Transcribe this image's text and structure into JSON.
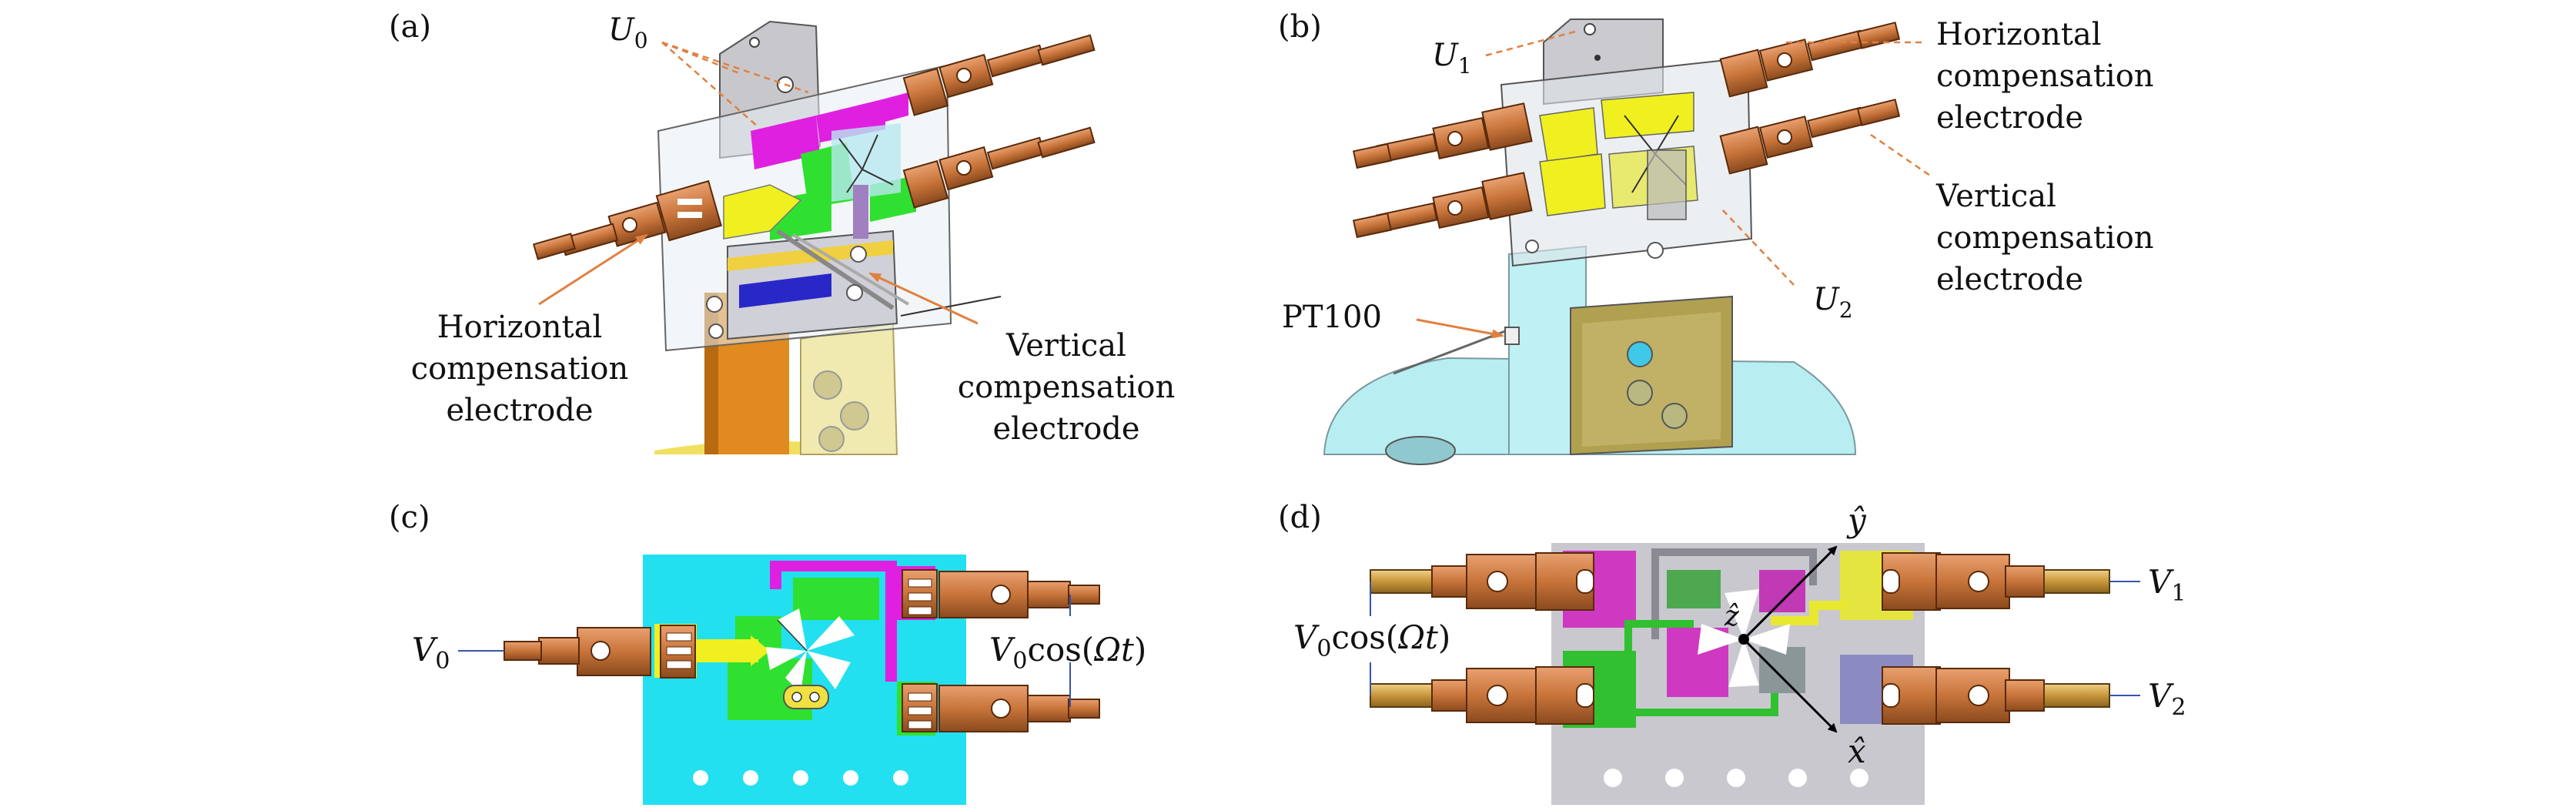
{
  "panels": {
    "a": {
      "tag": "(a)",
      "u0": {
        "sym": "U",
        "sub": "0"
      },
      "horizontal": [
        "Horizontal",
        "compensation",
        "electrode"
      ],
      "vertical": [
        "Vertical",
        "compensation",
        "electrode"
      ]
    },
    "b": {
      "tag": "(b)",
      "u1": {
        "sym": "U",
        "sub": "1"
      },
      "u2": {
        "sym": "U",
        "sub": "2"
      },
      "pt100": "PT100",
      "horizontal": [
        "Horizontal",
        "compensation",
        "electrode"
      ],
      "vertical": [
        "Vertical",
        "compensation",
        "electrode"
      ]
    },
    "c": {
      "tag": "(c)",
      "v0": {
        "sym": "V",
        "sub": "0"
      },
      "v0cos": {
        "sym": "V",
        "sub": "0",
        "rest": "cos(",
        "omega": "Ω",
        "t": "t",
        "close": ")"
      }
    },
    "d": {
      "tag": "(d)",
      "v1": {
        "sym": "V",
        "sub": "1"
      },
      "v2": {
        "sym": "V",
        "sub": "2"
      },
      "v0cos": {
        "sym": "V",
        "sub": "0",
        "rest": "cos(",
        "omega": "Ω",
        "t": "t",
        "close": ")"
      },
      "axis_x": "x̂",
      "axis_y": "ŷ",
      "axis_z": "ẑ"
    }
  },
  "colors": {
    "copper": "#c8743a",
    "copper_dark": "#8a4a1e",
    "gold": "#c8963a",
    "cyan": "#22e0f0",
    "magenta": "#e020e0",
    "green": "#30e030",
    "yellow": "#f0f020",
    "board_gray": "#c9c8cf",
    "leader_orange": "#e08040",
    "leader_blue": "#3355aa"
  }
}
